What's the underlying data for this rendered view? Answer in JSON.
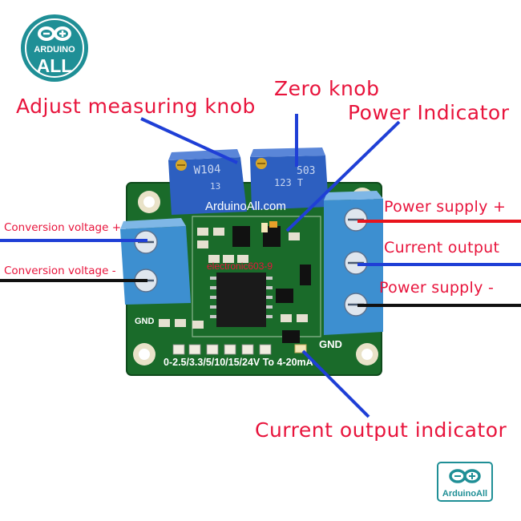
{
  "logo_top": {
    "line1": "ARDUINO",
    "line2": "ALL"
  },
  "logo_bottom": {
    "text": "ArduinoAll"
  },
  "watermark": "ArduinoAll.com",
  "labels": {
    "adjust_knob": "Adjust measuring knob",
    "zero_knob": "Zero knob",
    "power_indicator": "Power Indicator",
    "power_supply_plus": "Power supply +",
    "current_output": "Current output",
    "power_supply_minus": "Power supply -",
    "conversion_plus": "Conversion voltage +",
    "conversion_minus": "Conversion voltage -",
    "current_output_indicator": "Current output indicator"
  },
  "board": {
    "pot1_top": "W104",
    "pot1_bottom": "13",
    "pot2_top": "503",
    "pot2_bottom": "123 T",
    "brand": "electronic603-9",
    "gnd_left": "GND",
    "gnd_right": "GND",
    "spec": "0-2.5/3.3/5/10/15/24V To 4-20mA"
  },
  "colors": {
    "label_red": "#e8143c",
    "line_blue": "#1f3fd6",
    "line_red": "#e8141c",
    "line_black": "#111111",
    "pcb_green": "#1a6b2a",
    "terminal_blue": "#3d8fd0",
    "logo_teal": "#1f8f96"
  }
}
